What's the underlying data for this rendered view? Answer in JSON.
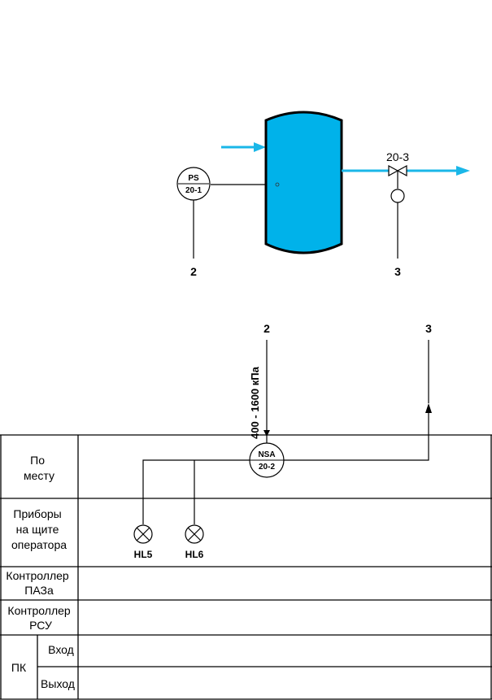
{
  "instruments": {
    "pressure_switch": {
      "tag": "PS",
      "loop": "20-1"
    },
    "alarm": {
      "tag": "NSA",
      "loop": "20-2"
    },
    "valve": {
      "label": "20-3"
    },
    "lamp_1": {
      "label": "HL5"
    },
    "lamp_2": {
      "label": "HL6"
    }
  },
  "connections": {
    "top_left": "2",
    "top_right": "3",
    "bottom_left": "2",
    "bottom_right": "3"
  },
  "range_label": "400 - 1600 кПа",
  "rows": {
    "local": [
      "По",
      "месту"
    ],
    "operator_panel": [
      "Приборы",
      "на щите",
      "оператора"
    ],
    "paz_controller": [
      "Контроллер",
      "ПАЗа"
    ],
    "rsu_controller": [
      "Контроллер",
      "РСУ"
    ],
    "pk": "ПК",
    "pk_input": "Вход",
    "pk_output": "Выход"
  },
  "colors": {
    "vessel_fill": "#00b2ea",
    "flow_arrow": "#1ab7e8",
    "line": "#000000"
  }
}
